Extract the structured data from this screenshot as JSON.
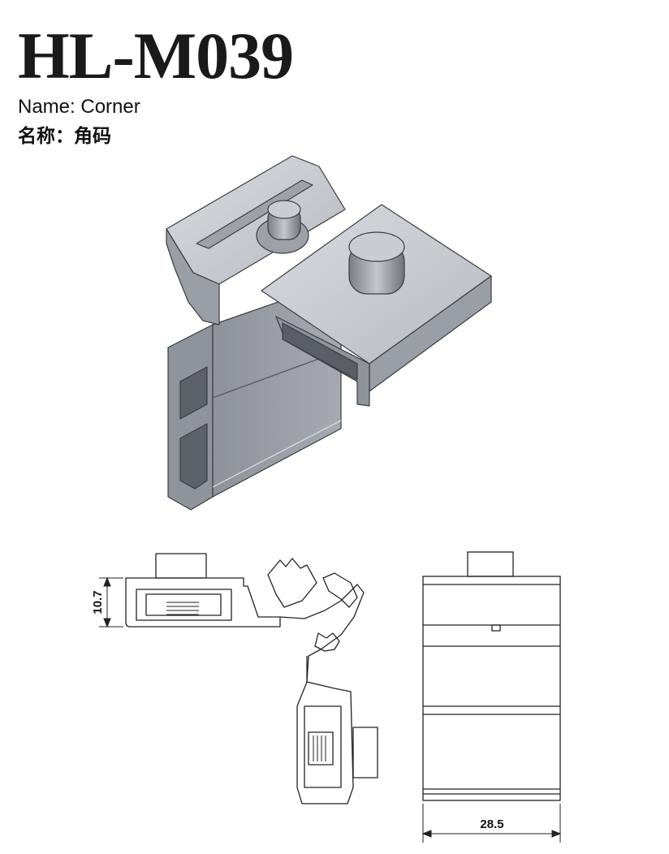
{
  "product": {
    "model": "HL-M039",
    "name_en": "Name: Corner",
    "name_cn": "名称：角码"
  },
  "dimensions": {
    "height": "10.7",
    "width": "28.5"
  },
  "colors": {
    "metal_light": "#c9ccd1",
    "metal_mid": "#a9adb3",
    "metal_dark": "#6f737a",
    "line": "#222222"
  }
}
